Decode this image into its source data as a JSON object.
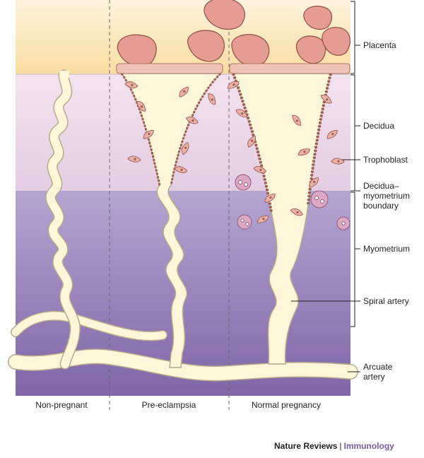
{
  "labels": {
    "placenta": "Placenta",
    "decidua": "Decidua",
    "trophoblast": "Trophoblast",
    "boundary_line1": "Decidua–",
    "boundary_line2": "myometrium",
    "boundary_line3": "boundary",
    "myometrium": "Myometrium",
    "spiral_artery": "Spiral artery",
    "arcuate_line1": "Arcuate",
    "arcuate_line2": "artery"
  },
  "columns": {
    "non_pregnant": "Non-pregnant",
    "pre_eclampsia": "Pre-eclampsia",
    "normal_pregnancy": "Normal pregnancy"
  },
  "credit": {
    "publisher": "Nature Reviews",
    "separator": "|",
    "journal": "Immunology"
  },
  "colors": {
    "placenta_band": "#fbe7bf",
    "decidua_band": "#eedcea",
    "myometrium_band": "#a491c2",
    "artery_fill": "#fdf6d8",
    "artery_stroke": "#b8a98a",
    "trophoblast_fill": "#e9b1a5",
    "trophoblast_stroke": "#9c5a52",
    "placenta_villi": "#e59d93",
    "journal_accent": "#7a5aa6"
  }
}
